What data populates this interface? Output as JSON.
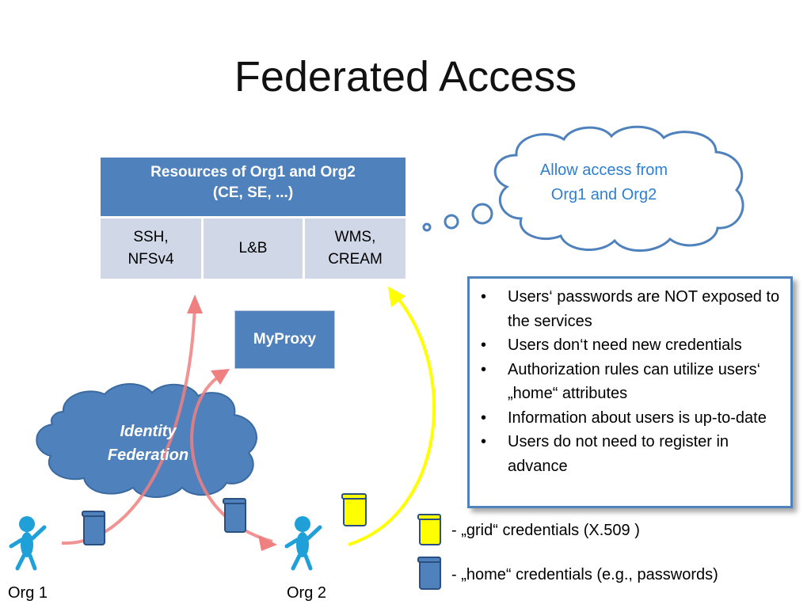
{
  "slide": {
    "title": "Federated Access"
  },
  "resources": {
    "header_line1": "Resources  of  Org1 and Org2",
    "header_line2": "(CE, SE, ...)",
    "cells": [
      "SSH,\nNFSv4",
      "L&B",
      "WMS,\nCREAM"
    ]
  },
  "myproxy": {
    "label": "MyProxy"
  },
  "identity_federation": {
    "line1": "Identity",
    "line2": "Federation"
  },
  "thought": {
    "line1": "Allow access from",
    "line2": "Org1 and Org2"
  },
  "benefits": {
    "items": [
      "Users‘ passwords  are NOT exposed to the services",
      "Users don‘t need new credentials",
      "Authorization rules can utilize users‘ „home“ attributes",
      "Information about users is up-to-date",
      "Users do not need to register in advance"
    ]
  },
  "legend": {
    "grid": "- „grid“ credentials (X.509 )",
    "home": "- „home“ credentials (e.g., passwords)"
  },
  "orgs": {
    "org1": "Org 1",
    "org2": "Org 2"
  },
  "colors": {
    "accent_blue": "#4f81bd",
    "table_cell": "#d0d8e8",
    "arrow_red": "#f08080",
    "arrow_yellow": "#ffff00",
    "thought_text": "#2f7fd0",
    "person": "#1fa0d8"
  },
  "icons": [
    "person-icon",
    "home-credential-icon",
    "grid-credential-icon",
    "cloud-shape",
    "thought-bubble"
  ]
}
